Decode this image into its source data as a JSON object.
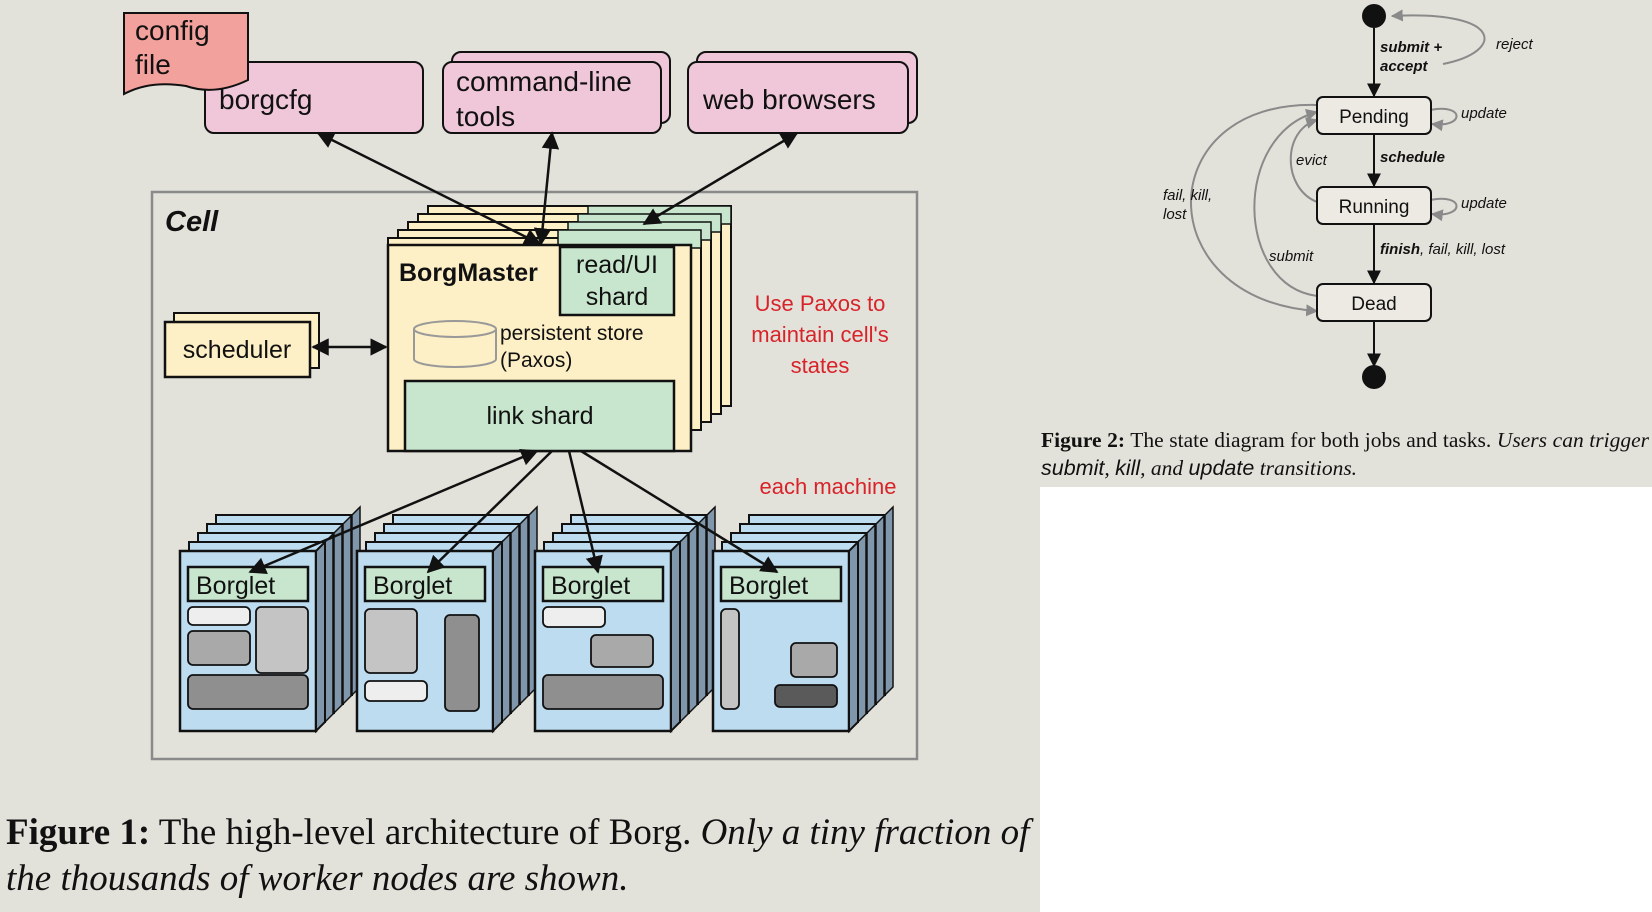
{
  "figure1": {
    "clients": {
      "config_file": [
        "config",
        "file"
      ],
      "borgcfg": "borgcfg",
      "command_line_tools": [
        "command-line",
        "tools"
      ],
      "web_browsers": "web browsers"
    },
    "cell_label": "Cell",
    "borgmaster": {
      "title": "BorgMaster",
      "read_ui_shard": [
        "read/UI",
        "shard"
      ],
      "persistent_store": [
        "persistent store",
        "(Paxos)"
      ],
      "link_shard": "link shard"
    },
    "scheduler": "scheduler",
    "paxos_note": [
      "Use Paxos to",
      "maintain cell's",
      "states"
    ],
    "machine_note": "each machine",
    "borglets": [
      "Borglet",
      "Borglet",
      "Borglet",
      "Borglet"
    ],
    "caption": {
      "label": "Figure 1:",
      "text": " The high-level architecture of Borg. ",
      "italic": "Only a tiny fraction of the thousands of worker nodes are shown."
    },
    "colors": {
      "background": "#e3e2da",
      "client_pink": "#efc7d8",
      "config_red": "#f2a19d",
      "master_yellow": "#fdf0c6",
      "shard_green": "#c8e6cd",
      "borglet_blue": "#bedcf0",
      "note_red": "#d8232a"
    }
  },
  "figure2": {
    "states": [
      "Pending",
      "Running",
      "Dead"
    ],
    "transitions": {
      "submit_accept": [
        "submit +",
        "accept"
      ],
      "reject": "reject",
      "update_pending": "update",
      "schedule": "schedule",
      "evict": "evict",
      "update_running": "update",
      "finish": "finish",
      "finish_rest": ", fail, kill, lost",
      "fail_kill_lost": [
        "fail, kill,",
        "lost"
      ],
      "submit": "submit"
    },
    "caption": {
      "label": "Figure 2:",
      "text": " The state diagram for both jobs and tasks. ",
      "italic_a": "Users can trigger ",
      "submit": "submit",
      "comma1": ", ",
      "kill": "kill",
      "and": ", and ",
      "update": "update",
      "italic_b": " transitions."
    }
  }
}
